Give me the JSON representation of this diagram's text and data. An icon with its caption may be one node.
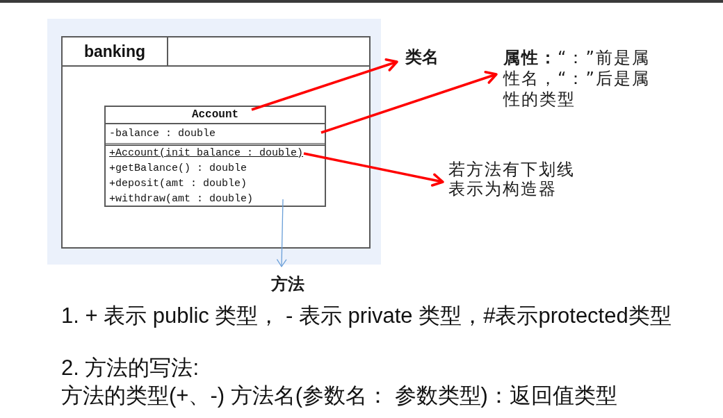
{
  "diagram": {
    "nodes": [
      {
        "text": [
          "banking"
        ]
      },
      {
        "text": [
          "Account"
        ],
        "in": 0
      },
      {
        "text": [
          "-balance : double"
        ],
        "in": 1
      },
      {
        "text": [
          "+getBalance() : double",
          "+deposit(amt : double)",
          "+withdraw(amt : double)"
        ],
        "in": 1
      },
      {
        "text": [
          "+Account(init_balance : double)"
        ],
        "in": 3
      },
      {
        "text": [
          "类名"
        ]
      },
      {
        "text": [
          "**属性：**“：”前是属性名，“：”后是属性的类型"
        ]
      },
      {
        "text": [
          "若方法有下划线表示为构造器"
        ]
      },
      {
        "text": [
          "方法"
        ]
      }
    ],
    "edges": [
      {
        "from": 1,
        "to": 5,
        "arrow": "to"
      },
      {
        "from": 2,
        "to": 6,
        "arrow": "to"
      },
      {
        "from": 4,
        "to": 7,
        "arrow": "to"
      },
      {
        "from": 3,
        "to": 8,
        "arrow": "to",
        "color": "#6a9fd8"
      }
    ],
    "labels": [
      "1. + 表示 public 类型， - 表示 private 类型，#表示protected类型",
      "2. 方法的写法:",
      "方法的类型(+、-) 方法名(参数名： 参数类型)：返回值类型"
    ]
  }
}
